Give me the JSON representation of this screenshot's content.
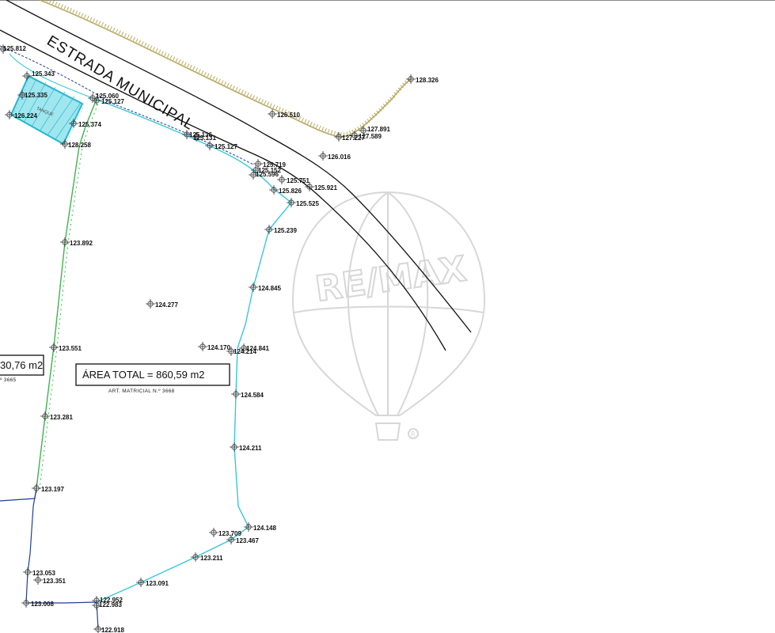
{
  "road_name": "ESTRADA MUNICIPAL",
  "area_total": "ÁREA TOTAL = 860,59 m2",
  "art_matricial": "ART. MATRICIAL N.º 3668",
  "left_area_partial": "30,76 m2",
  "left_art_partial": "º 3665",
  "tank_label": "TANQUE",
  "watermark_text": "RE/MAX",
  "watermark_registered": "R",
  "colors": {
    "boundary_cyan": "#39c7d9",
    "boundary_green": "#3fb34f",
    "boundary_blue": "#1f3f94",
    "embankment_olive": "#b8ab63",
    "road_line": "#111111",
    "watermark": "#d7d7d7"
  },
  "points": [
    {
      "id": "p1",
      "label": "128.326"
    },
    {
      "id": "p2",
      "label": "126.510"
    },
    {
      "id": "p3",
      "label": "127.891"
    },
    {
      "id": "p4",
      "label": "127.589"
    },
    {
      "id": "p5",
      "label": "127.227"
    },
    {
      "id": "p6",
      "label": "126.016"
    },
    {
      "id": "p7",
      "label": "125.343"
    },
    {
      "id": "p8",
      "label": "125.335"
    },
    {
      "id": "p9",
      "label": "126.224"
    },
    {
      "id": "p10",
      "label": "125.060"
    },
    {
      "id": "p11",
      "label": "125.127"
    },
    {
      "id": "p12",
      "label": "125.374"
    },
    {
      "id": "p13",
      "label": "128.258"
    },
    {
      "id": "p14",
      "label": "125.136"
    },
    {
      "id": "p15",
      "label": "125.131"
    },
    {
      "id": "p16",
      "label": "125.127"
    },
    {
      "id": "p17",
      "label": "125.719"
    },
    {
      "id": "p18",
      "label": "125.152"
    },
    {
      "id": "p19",
      "label": "125.596"
    },
    {
      "id": "p20",
      "label": "125.751"
    },
    {
      "id": "p21",
      "label": "125.921"
    },
    {
      "id": "p22",
      "label": "125.826"
    },
    {
      "id": "p23",
      "label": "125.525"
    },
    {
      "id": "p24",
      "label": "125.239"
    },
    {
      "id": "p25",
      "label": "123.892"
    },
    {
      "id": "p26",
      "label": "124.845"
    },
    {
      "id": "p27",
      "label": "124.277"
    },
    {
      "id": "p28",
      "label": "124.170"
    },
    {
      "id": "p29",
      "label": "124.841"
    },
    {
      "id": "p30",
      "label": "124.214"
    },
    {
      "id": "p31",
      "label": "123.551"
    },
    {
      "id": "p32",
      "label": "124.584"
    },
    {
      "id": "p33",
      "label": "123.281"
    },
    {
      "id": "p34",
      "label": "124.211"
    },
    {
      "id": "p35",
      "label": "123.197"
    },
    {
      "id": "p36",
      "label": "124.148"
    },
    {
      "id": "p37",
      "label": "123.709"
    },
    {
      "id": "p38",
      "label": "123.467"
    },
    {
      "id": "p39",
      "label": "123.211"
    },
    {
      "id": "p40",
      "label": "123.053"
    },
    {
      "id": "p41",
      "label": "123.351"
    },
    {
      "id": "p42",
      "label": "123.091"
    },
    {
      "id": "p43",
      "label": "123.008"
    },
    {
      "id": "p44",
      "label": "122.952"
    },
    {
      "id": "p45",
      "label": "122.983"
    },
    {
      "id": "p46",
      "label": "122.918"
    },
    {
      "id": "p47",
      "label": "125.812"
    }
  ]
}
